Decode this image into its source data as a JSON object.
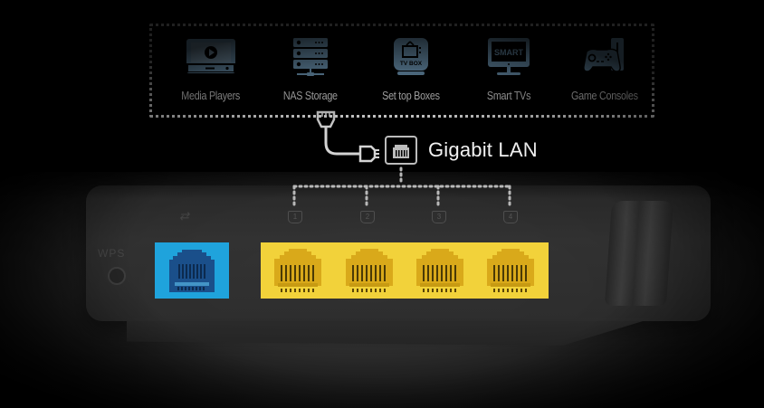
{
  "devices": [
    {
      "label": "Media Players",
      "icon": "media-player-icon"
    },
    {
      "label": "NAS Storage",
      "icon": "nas-storage-icon"
    },
    {
      "label": "Set top Boxes",
      "icon": "tv-box-icon",
      "badge": "TV BOX"
    },
    {
      "label": "Smart TVs",
      "icon": "smart-tv-icon",
      "badge": "SMART"
    },
    {
      "label": "Game Consoles",
      "icon": "game-console-icon"
    }
  ],
  "connection": {
    "label": "Gigabit LAN",
    "icon": "ethernet-port-icon",
    "cable_icon": "ethernet-cable-icon"
  },
  "router": {
    "wps_label": "WPS",
    "wan_port": {
      "color": "#1fa3dc",
      "glyph": "⇄"
    },
    "lan_ports": [
      {
        "number": "1"
      },
      {
        "number": "2"
      },
      {
        "number": "3"
      },
      {
        "number": "4"
      }
    ],
    "lan_color": "#f2d23a"
  },
  "colors": {
    "icon_blue": "#8ec3ea",
    "dotted_line": "#d8d8d8",
    "background": "#000000"
  }
}
